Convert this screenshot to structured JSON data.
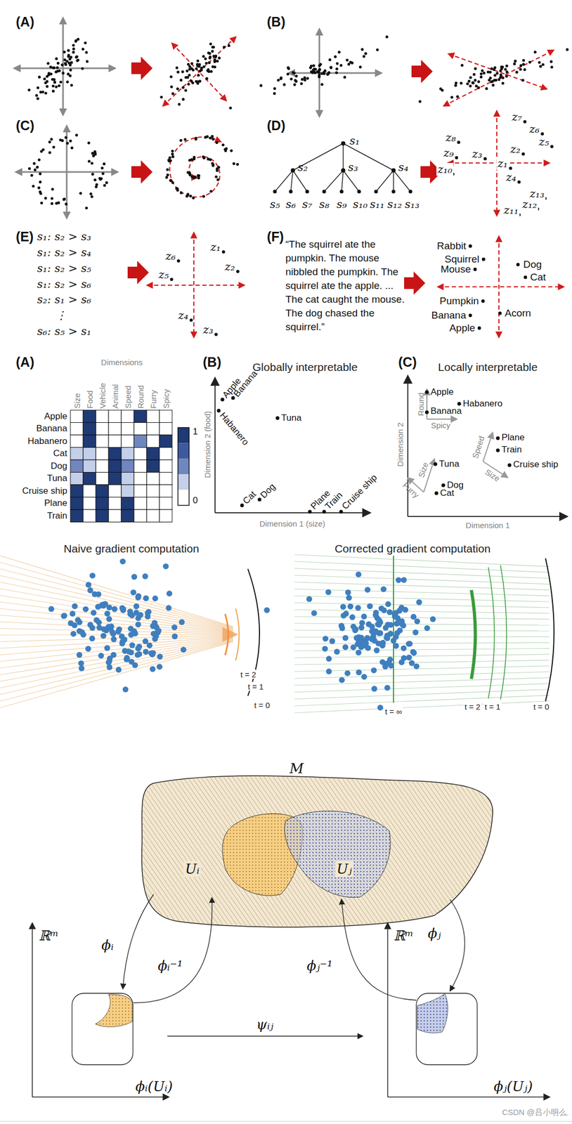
{
  "diagram": {
    "labels": [
      "(A)",
      "(B)",
      "(C)",
      "(D)",
      "s₁",
      "s₂",
      "s₃",
      "s₄",
      "s₅",
      "s₆",
      "s₇",
      "s₈",
      "s₉",
      "s₁₀",
      "s₁₁",
      "s₁₂",
      "s₁₃",
      "z₈",
      "z₇",
      "z₆",
      "z₅",
      "z₉",
      "z₃",
      "z₂",
      "z₁₀",
      "z₁",
      "z₄",
      "z₁₃",
      "z₁₂",
      "z₁₁",
      "(E)",
      "s₁: s₂ > s₃",
      "s₁: s₂ > s₄",
      "s₁: s₂ > s₅",
      "s₁: s₂ > s₆",
      "s₂: s₁ > s₆",
      "⋮",
      "s₆: s₅ > s₁",
      "z₆",
      "z₁",
      "z₂",
      "z₅",
      "z₄",
      "z₃",
      "(F)",
      "“The squirrel ate the pumpkin. The mouse nibbled the pumpkin. The squirrel ate the apple. ... The cat caught the mouse. The dog chased the squirrel.”",
      "Rabbit",
      "Squirrel",
      "Mouse",
      "Dog",
      "Cat",
      "Pumpkin",
      "Banana",
      "Acorn",
      "Apple",
      "(A)",
      "Dimensions",
      "Size",
      "Food",
      "Vehicle",
      "Animal",
      "Speed",
      "Round",
      "Furry",
      "Spicy",
      "Apple",
      "Banana",
      "Habanero",
      "Cat",
      "Dog",
      "Tuna",
      "Cruise ship",
      "Plane",
      "Train",
      "1",
      "0",
      "(B)",
      "Globally interpretable",
      "Dimension 2 (food)",
      "Dimension 1 (size)",
      "Apple",
      "Banana",
      "Habanero",
      "Tuna",
      "Cat",
      "Dog",
      "Plane",
      "Train",
      "Cruise ship",
      "(C)",
      "Locally interpretable",
      "Dimension 2",
      "Dimension 1",
      "Round",
      "Spicy",
      "Apple",
      "Banana",
      "Habanero",
      "Speed",
      "Size",
      "Plane",
      "Train",
      "Cruise ship",
      "Size",
      "Furry",
      "Tuna",
      "Dog",
      "Cat",
      "Naive gradient computation",
      "t = 2",
      "t = 1",
      "t = 0",
      "Corrected gradient computation",
      "t = ∞",
      "t = 2",
      "t = 1",
      "t = 0",
      "M",
      "Uᵢ",
      "Uⱼ",
      "ϕᵢ",
      "ϕᵢ⁻¹",
      "ϕⱼ⁻¹",
      "ϕⱼ",
      "ℝᵐ",
      "ψᵢⱼ",
      "ϕᵢ(Uᵢ)",
      "ℝᵐ",
      "ϕⱼ(Uⱼ)",
      "CSDN @吕小明么."
    ]
  }
}
